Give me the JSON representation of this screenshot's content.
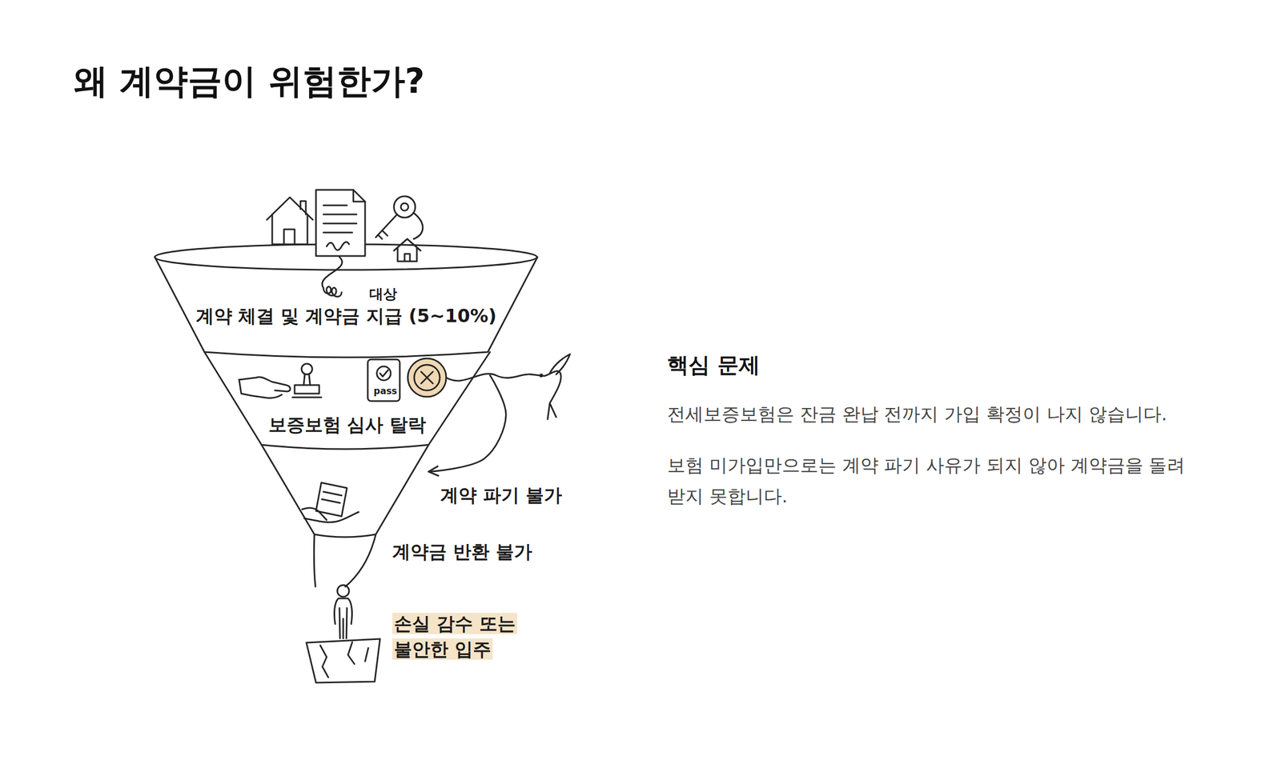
{
  "diagram": {
    "title": "왜 계약금이 위험한가?",
    "nodes": [
      {
        "text": [
          "대상",
          "계약 체결 및 계약금 지급 (5~10%)"
        ]
      },
      {
        "text": [
          "보증보험 심사 탈락"
        ]
      },
      {
        "text": [
          "계약 파기 불가"
        ]
      },
      {
        "text": [
          "계약금 반환 불가"
        ]
      }
    ],
    "edges": [
      {
        "from": 1,
        "to": 2,
        "arrow": "to"
      }
    ],
    "labels": [
      "pass",
      "손실 감수 또는 불안한 입주",
      "핵심 문제",
      "전세보증보험은 잔금 완납 전까지 가입 확정이 나지 않습니다.",
      "보험 미가입만으로는 계약 파기 사유가 되지 않아 계약금을 돌려 받지 못합니다."
    ]
  }
}
